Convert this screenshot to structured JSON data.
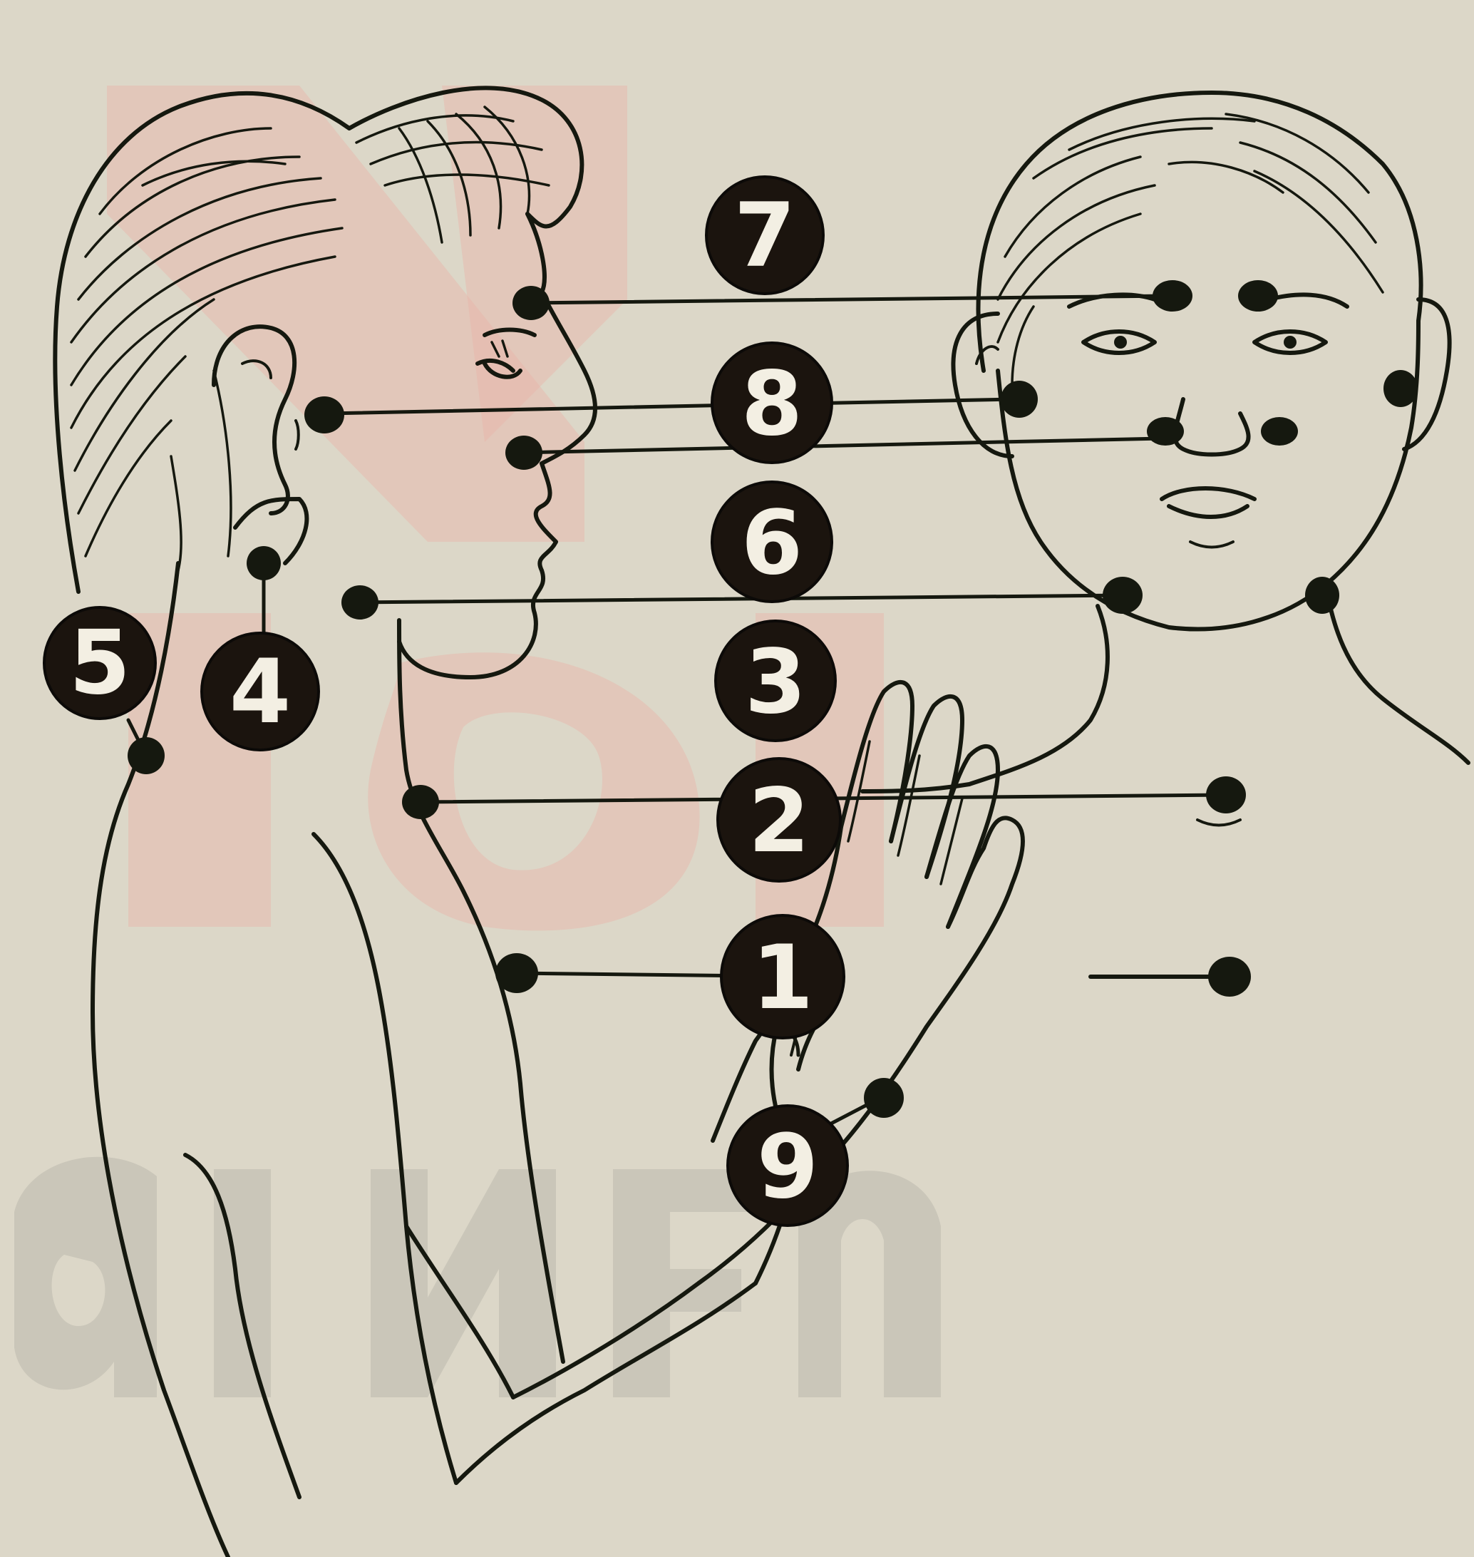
{
  "colors": {
    "paper": "#dcd7c8",
    "ink": "#15180f",
    "badge": "#1b140e",
    "badge_text": "#f3efe3",
    "watermark": "#e8b3a8"
  },
  "badges": [
    {
      "id": "7",
      "label": "7"
    },
    {
      "id": "8",
      "label": "8"
    },
    {
      "id": "6",
      "label": "6"
    },
    {
      "id": "3",
      "label": "3"
    },
    {
      "id": "2",
      "label": "2"
    },
    {
      "id": "1",
      "label": "1"
    },
    {
      "id": "9",
      "label": "9"
    },
    {
      "id": "5",
      "label": "5"
    },
    {
      "id": "4",
      "label": "4"
    }
  ]
}
